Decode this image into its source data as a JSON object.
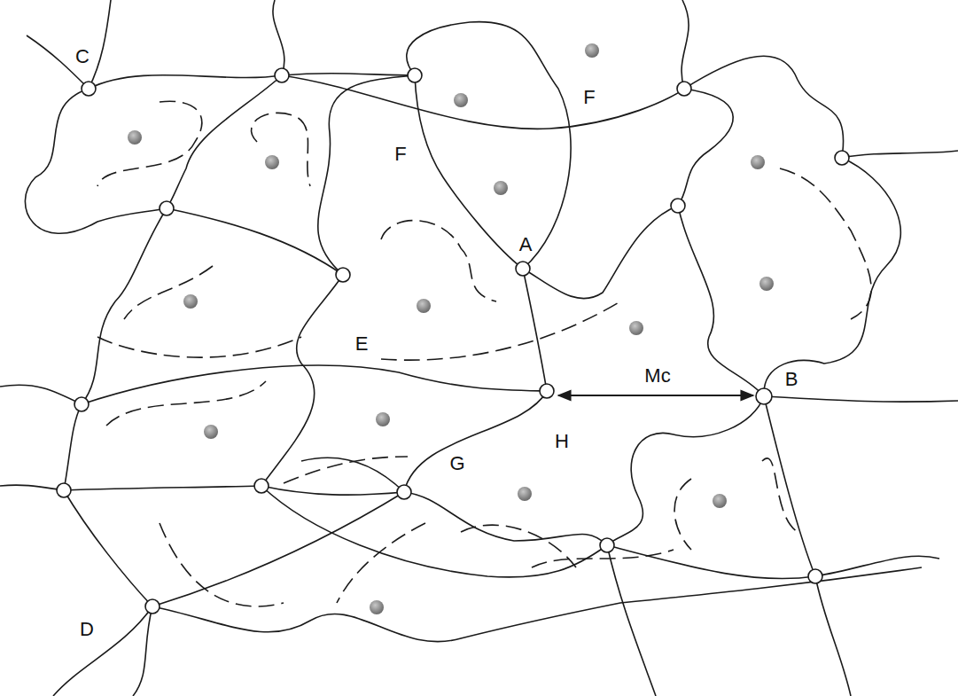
{
  "diagram": {
    "labels": [
      "C",
      "F",
      "F",
      "A",
      "E",
      "Mc",
      "B",
      "H",
      "G",
      "D"
    ]
  }
}
